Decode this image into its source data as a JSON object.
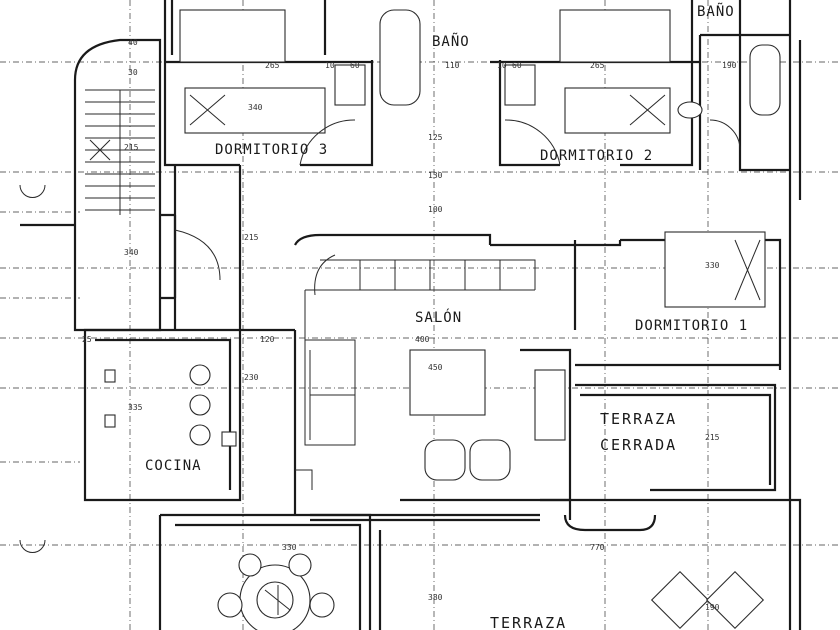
{
  "rooms": {
    "bano_top": "BAÑO",
    "bano_right": "BAÑO",
    "dormitorio_3": "DORMITORIO 3",
    "dormitorio_2": "DORMITORIO 2",
    "dormitorio_1": "DORMITORIO 1",
    "salon": "SALÓN",
    "cocina": "COCINA",
    "terraza_cerrada_1": "TERRAZA",
    "terraza_cerrada_2": "CERRADA",
    "terraza": "TERRAZA"
  },
  "dimensions": {
    "d1": "265",
    "d2": "10",
    "d3": "60",
    "d4": "110",
    "d5": "10",
    "d6": "60",
    "d7": "265",
    "d8": "190",
    "d9": "340",
    "d10": "215",
    "d11": "125",
    "d12": "130",
    "d13": "100",
    "d14": "215",
    "d15": "230",
    "d16": "330",
    "d17": "400",
    "d18": "450",
    "d19": "25",
    "d20": "120",
    "d21": "330",
    "d22": "770",
    "d23": "335",
    "d24": "215",
    "d25": "340",
    "d26": "380",
    "d27": "30",
    "d28": "40",
    "d29": "190"
  }
}
